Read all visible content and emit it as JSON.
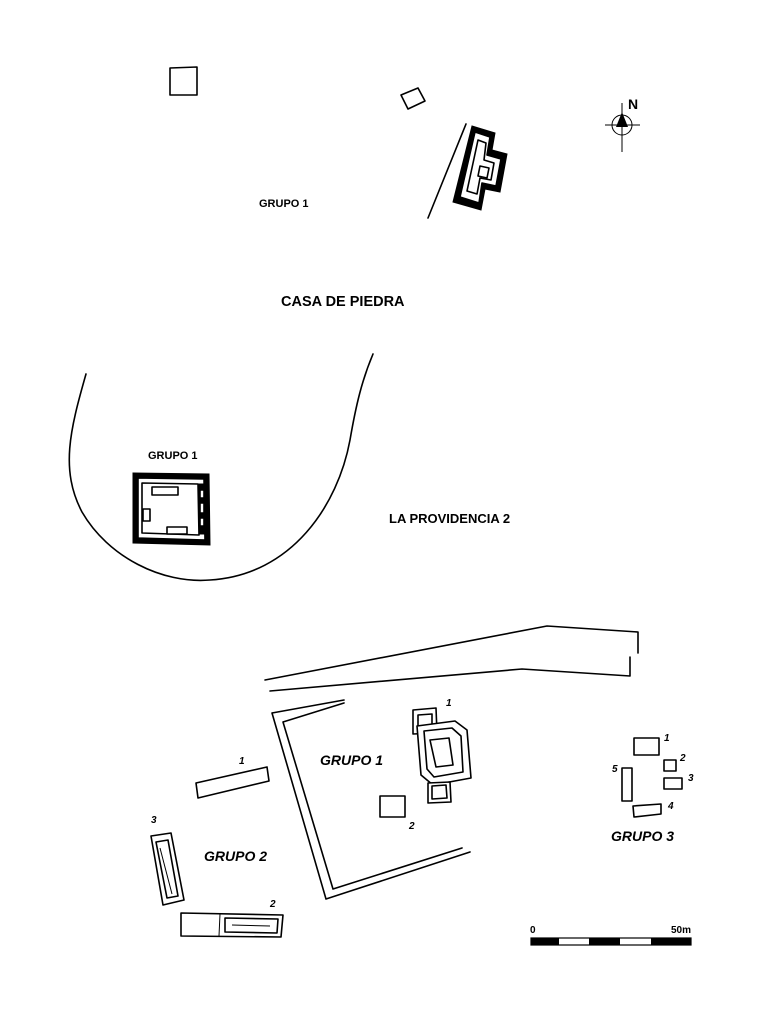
{
  "maps": [
    {
      "site_name": "CASA DE PIEDRA",
      "groups": [
        {
          "label": "GRUPO 1"
        }
      ]
    },
    {
      "site_name": "LA PROVIDENCIA 2",
      "groups": [
        {
          "label": "GRUPO 1"
        }
      ]
    },
    {
      "groups": [
        {
          "label": "GRUPO 1",
          "structures": [
            "1",
            "2"
          ]
        },
        {
          "label": "GRUPO 2",
          "structures": [
            "1",
            "2",
            "3"
          ]
        },
        {
          "label": "GRUPO 3",
          "structures": [
            "1",
            "2",
            "3",
            "4",
            "5"
          ]
        }
      ]
    }
  ],
  "north_arrow": {
    "label": "N",
    "icon": "north-arrow-icon"
  },
  "scale_bar": {
    "start_label": "0",
    "end_label": "50m",
    "segments": 4
  }
}
